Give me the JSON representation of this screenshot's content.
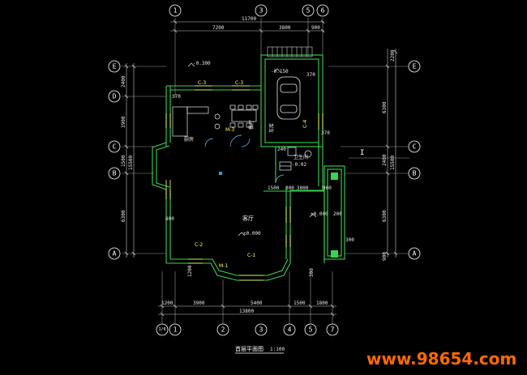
{
  "drawing": {
    "title": "首层平面图",
    "scale": "1:100",
    "watermark": "www.98654.com",
    "marker_i": "I"
  },
  "grid_axes": {
    "top": [
      "1",
      "3",
      "5",
      "6"
    ],
    "bottom": [
      "1/0",
      "1",
      "2",
      "3",
      "4",
      "5",
      "7"
    ],
    "left": [
      "E",
      "D",
      "C",
      "B",
      "A"
    ],
    "right": [
      "E",
      "C",
      "B",
      "A"
    ]
  },
  "dimensions": {
    "top_total": "11700",
    "top_parts": [
      "7200",
      "3800",
      "900"
    ],
    "bottom_total": "13800",
    "bottom_parts": [
      "1200",
      "3900",
      "5400",
      "1500",
      "1800"
    ],
    "left_parts": [
      "2400",
      "3900",
      "1500",
      "6300"
    ],
    "left_total": "15500",
    "right_parts": [
      "6300",
      "2400",
      "6300",
      "900"
    ],
    "right_total": "15500",
    "right_top_small": "2200",
    "interior": [
      "1500",
      "300",
      "3000",
      "900",
      "300"
    ]
  },
  "annotations": {
    "level_garage_outer": "-0.300",
    "level_garage": "-0.150",
    "level_stair": "-0.02",
    "level_living": "±0.000",
    "level_side": "±0.000",
    "room_living": "客厅",
    "room_kitchen": "厨房",
    "room_garage": "车库",
    "room_dining": "餐厅",
    "room_wc": "卫生间",
    "window_c3": "C-3",
    "window_c2": "C-2",
    "window_c1": "C-1",
    "window_c4": "C-4",
    "door_m3": "M-3",
    "door_m1": "M-1",
    "dim_370a": "370",
    "dim_370b": "370",
    "dim_370c": "370",
    "dim_240": "240",
    "dim_800": "800",
    "dim_200": "200",
    "dim_1200": "1200",
    "dim_300": "300"
  }
}
